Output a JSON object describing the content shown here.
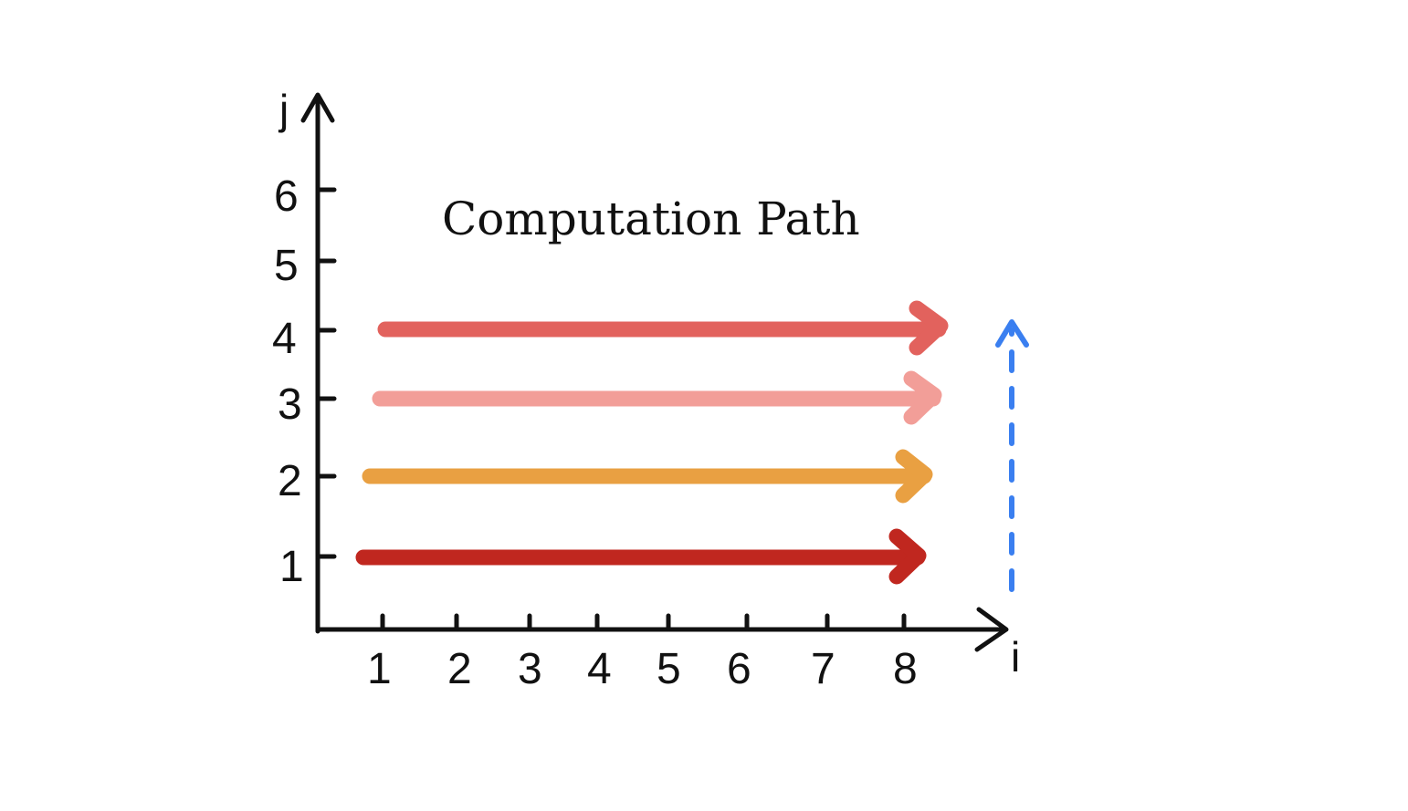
{
  "title": "Computation Path",
  "x_axis": {
    "label": "i",
    "ticks": [
      "1",
      "2",
      "3",
      "4",
      "5",
      "6",
      "7",
      "8"
    ]
  },
  "y_axis": {
    "label": "j",
    "ticks": [
      "1",
      "2",
      "3",
      "4",
      "5",
      "6"
    ]
  },
  "rows": [
    {
      "j": 1,
      "color": "#c0271f"
    },
    {
      "j": 2,
      "color": "#e9a042"
    },
    {
      "j": 3,
      "color": "#f29e98"
    },
    {
      "j": 4,
      "color": "#e2625d"
    }
  ],
  "progress_arrow": {
    "direction": "up",
    "style": "dashed",
    "color": "#3a7ff0"
  },
  "axis_color": "#111111"
}
